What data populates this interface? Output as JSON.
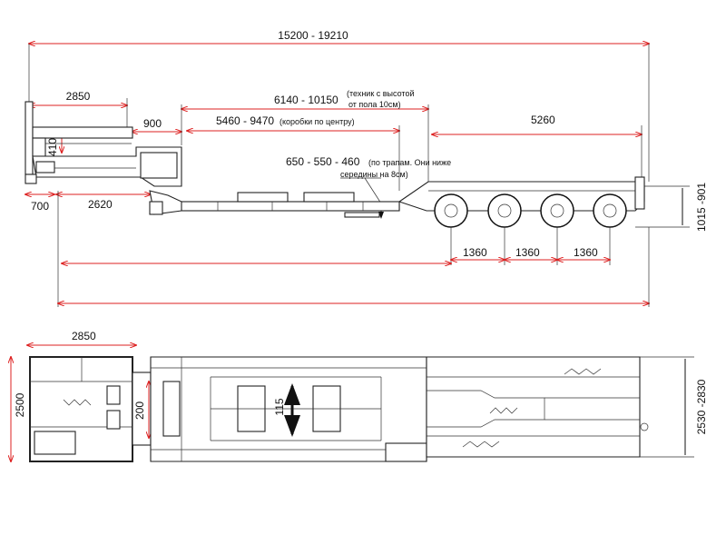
{
  "side_view": {
    "overall_length": "15200 - 19210",
    "gooseneck_length": "2850",
    "gooseneck_gap": "900",
    "gooseneck_height": "410",
    "front_overhang": "700",
    "kingpin_to_deck": "2620",
    "deck_length_tech": "6140 - 10150",
    "deck_length_tech_note_line1": "(техник с высотой",
    "deck_length_tech_note_line2": "от пола 10см)",
    "deck_length_boxes": "5460 - 9470",
    "deck_length_boxes_note": "(коробки по центру)",
    "deck_height": "650 - 550 - 460",
    "deck_height_note_line1": "(по трапам. Они ниже",
    "deck_height_note_line2": "середины на 8см)",
    "rear_section": "5260",
    "rear_height": "1015 -901",
    "axle_spacing_1": "1360",
    "axle_spacing_2": "1360",
    "axle_spacing_3": "1360"
  },
  "top_view": {
    "gooseneck_length": "2850",
    "front_width": "2500",
    "kingpin_box": "200",
    "deck_gap": "115",
    "rear_width": "2530 -2830"
  }
}
